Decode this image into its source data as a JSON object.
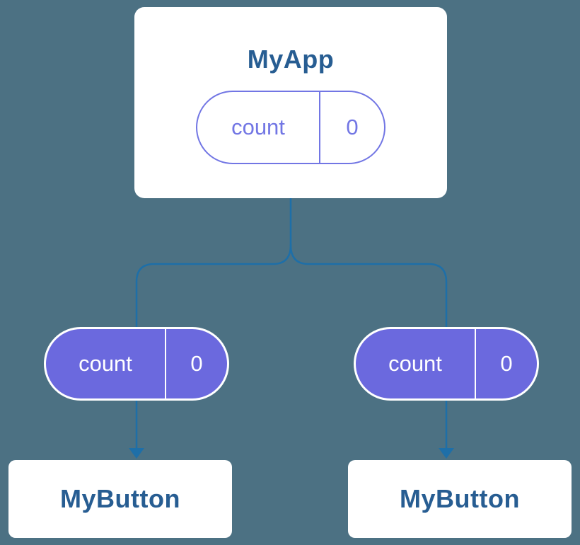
{
  "colors": {
    "bg": "#4c7183",
    "card_bg": "#ffffff",
    "title_text": "#275d92",
    "purple": "#6b69de",
    "purple_light": "#7276e4",
    "line_blue": "#1e6fa8",
    "white": "#ffffff"
  },
  "app": {
    "title": "MyApp",
    "state": {
      "label": "count",
      "value": "0"
    }
  },
  "buttons": [
    {
      "title": "MyButton",
      "prop": {
        "label": "count",
        "value": "0"
      }
    },
    {
      "title": "MyButton",
      "prop": {
        "label": "count",
        "value": "0"
      }
    }
  ]
}
